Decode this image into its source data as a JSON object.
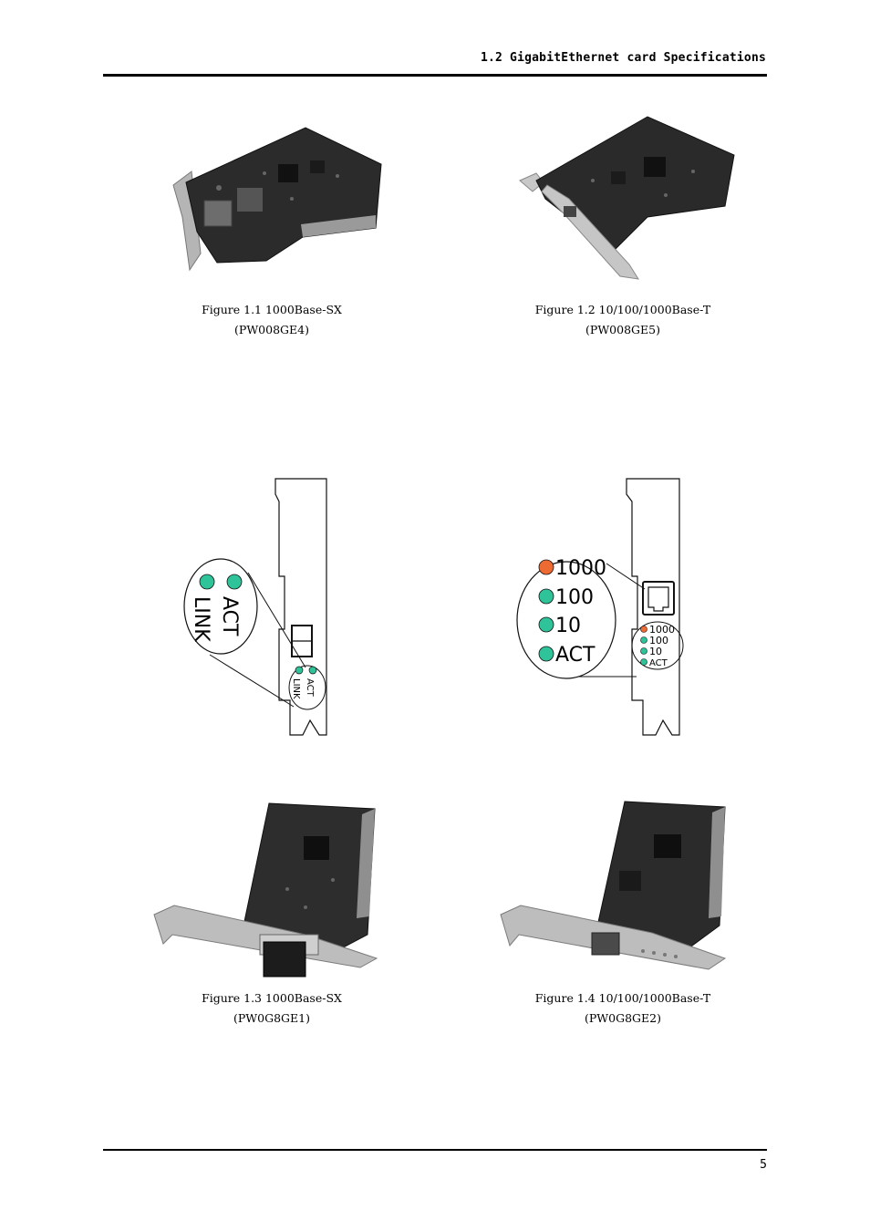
{
  "header": {
    "title": "1.2 GigabitEthernet card Specifications"
  },
  "figures": [
    {
      "title": "Figure 1.1 1000Base-SX",
      "model": "(PW008GE4)"
    },
    {
      "title": "Figure 1.2 10/100/1000Base-T",
      "model": "(PW008GE5)"
    },
    {
      "title": "Figure 1.3 1000Base-SX",
      "model": "(PW0G8GE1)"
    },
    {
      "title": "Figure 1.4 10/100/1000Base-T",
      "model": "(PW0G8GE2)"
    }
  ],
  "diagram_sx": {
    "led_labels": [
      "ACT",
      "LINK"
    ]
  },
  "diagram_t": {
    "led_labels": [
      "1000",
      "100",
      "10",
      "ACT"
    ]
  },
  "colors": {
    "led_green": "#2fc39a",
    "led_orange": "#ee6a33",
    "card_dark": "#2a2a2a",
    "bracket": "#b9b9b9"
  },
  "footer": {
    "page_number": "5"
  }
}
